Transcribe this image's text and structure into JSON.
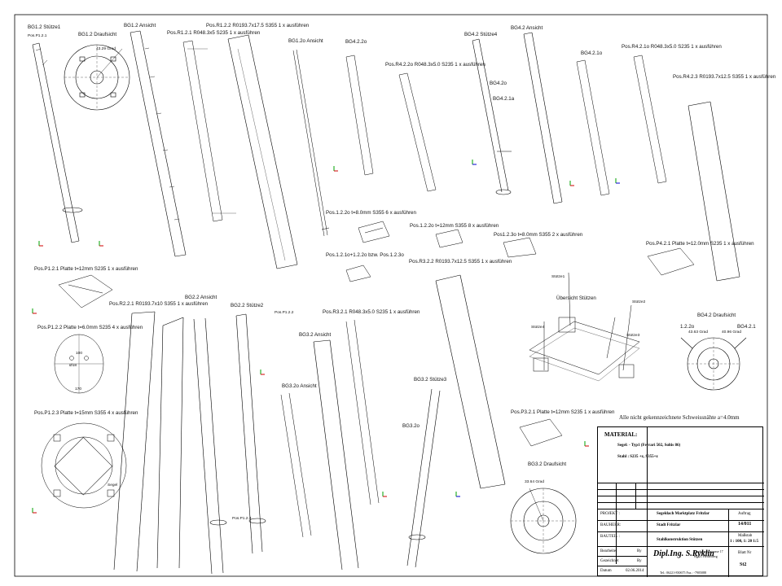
{
  "views": {
    "bg12_stuetze1": "BG1.2 Stütze1",
    "bg12_draufsicht": "BG1.2 Draufsicht",
    "bg12_ansicht": "BG1.2 Ansicht",
    "bg12o_ansicht": "BG1.2o Ansicht",
    "bg422o": "BG4.2.2o",
    "bg42_stuetze4": "BG4.2 Stütze4",
    "bg42_ansicht": "BG4.2 Ansicht",
    "bg42o": "BG4.2o",
    "bg421o": "BG4.2.1o",
    "bg42_1a": "BG4.2.1a",
    "bg421a": "BG4.2.1a",
    "bg22_ansicht": "BG2.2 Ansicht",
    "bg22_stuetze2": "BG2.2 Stütze2",
    "bg32_ansicht": "BG3.2 Ansicht",
    "bg32o_ansicht": "BG3.2o Ansicht",
    "bg32_stuetze3": "BG3.2 Stütze3",
    "bg32o": "BG3.2o",
    "bg32_draufsicht": "BG3.2 Draufsicht",
    "bg42_draufsicht": "BG4.2 Draufsicht",
    "bg421": "BG4.2.1",
    "bg42o_small": "1.2.2o",
    "uebersicht": "Übersicht Stützen"
  },
  "positions": {
    "r121": "Pos.R1.2.1  R048.3x5 S235  1 x ausführen",
    "r122": "Pos.R1.2.2  R0193.7x17.5 S355  1 x ausführen",
    "r422o": "Pos.R4.2.2o R048.3x5.0 S235  1 x ausführen",
    "r421o": "Pos.R4.2.1o R048.3x5.0 S235  1 x ausführen",
    "r423": "Pos.R4.2.3 R0193.7x12.5 S355  1 x ausführen",
    "p121": "Pos.P1.2.1 Platte t=12mm S235  1 x ausführen",
    "p122": "Pos.P1.2.2 Platte t=6.0mm S235  4 x ausführen",
    "p123": "Pos.P1.2.3 Platte t=15mm S355  4 x ausführen",
    "r221": "Pos.R2.2.1 R0193.7x10 S355  1 x ausführen",
    "p122o": "Pos.1.2.2o  t=8.0mm  S355  6 x ausführen",
    "p1212o": "Pos.1.2.1o+1.2.2o bzw. Pos.1.2.3o",
    "p122o_b": "Pos.1.2.2o  t=12mm S355 8 x ausführen",
    "p123o": "Pos1.2.3o t=8.0mm  S355  2 x ausführen",
    "p421": "Pos.P4.2.1 Platte t=12.0mm S235  1 x ausführen",
    "r322": "Pos.R3.2.2  R0193.7x12.5 S355  1 x ausführen",
    "r321": "Pos.R3.2.1 R048.3x5.0 S235  1 x ausführen",
    "p321": "Pos.P3.2.1 Platte t=12mm S235  1 x ausführen",
    "pos_p121_small": "Pos.P1.2.1",
    "pos_p122_small": "Pos.P1.2.2",
    "pos_p123_small": "Pos.P1.2.3"
  },
  "notes": {
    "weld": "Alle nicht gekennzeichnete Schweissnähte a=4.0mm",
    "tb_material": "MATERIAL:",
    "tb_segel": "Segel:   - Typ1 (Ferrari  502, Soltis 86)",
    "tb_stahl": "Stahl  :  S235 +z, S355+z",
    "tb_projekt_k": "PROJEKT :",
    "tb_projekt_v": "Segeldach Marktplatz Fritzlar",
    "tb_bauherr_k": "BAUHERR:",
    "tb_bauherr_v": "Stadt Fritzlar",
    "tb_bauteil_k": "BAUTEIL :",
    "tb_bauteil_v": "Stahlkonstruktion Stützen",
    "tb_auftrag_k": "Auftrag",
    "tb_auftrag_v": "14/011",
    "tb_massstab_k": "Maßstab",
    "tb_massstab_v": "1 : 100, 1: 20 1:5",
    "tb_blatt_k": "Blatt Nr",
    "tb_blatt_v": "St2",
    "tb_bearb_k": "Bearbeitet",
    "tb_bearb_v": "Ry",
    "tb_gez_k": "Gezeichnet",
    "tb_gez_v": "Ry",
    "tb_datum_k": "Datum",
    "tb_datum_v": "02.06.2014",
    "tb_firm": "Dipl.Ing. S.Ryklin",
    "tb_addr1": "Landsbergerstrasse 17",
    "tb_addr2": "69121 Heidelberg",
    "tb_addr3": "Tel.: 06221-830675  Fax.: -7905088"
  },
  "dims": {
    "plate_100": "100",
    "plate_12": "Ø18",
    "plate_170": "170",
    "stuetze1": "Stütze1",
    "stuetze2": "Stütze2",
    "stuetze3": "Stütze3",
    "stuetze4": "Stütze4",
    "segel": "Segel",
    "r4329": "43.29 Grad",
    "r4363": "43.63 Grad",
    "r4096": "40.96 Grad",
    "r3364": "33.64 Grad"
  }
}
